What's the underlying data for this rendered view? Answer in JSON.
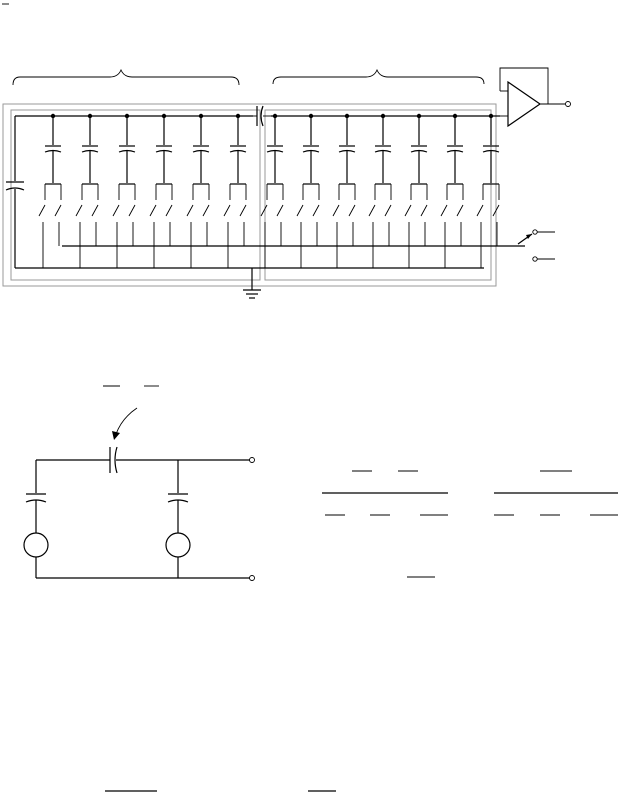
{
  "diagram": {
    "upper_array": {
      "msb_group_caps": 6,
      "lsb_group_caps": 7
    },
    "lower_circuit": {
      "sources": 2
    }
  }
}
